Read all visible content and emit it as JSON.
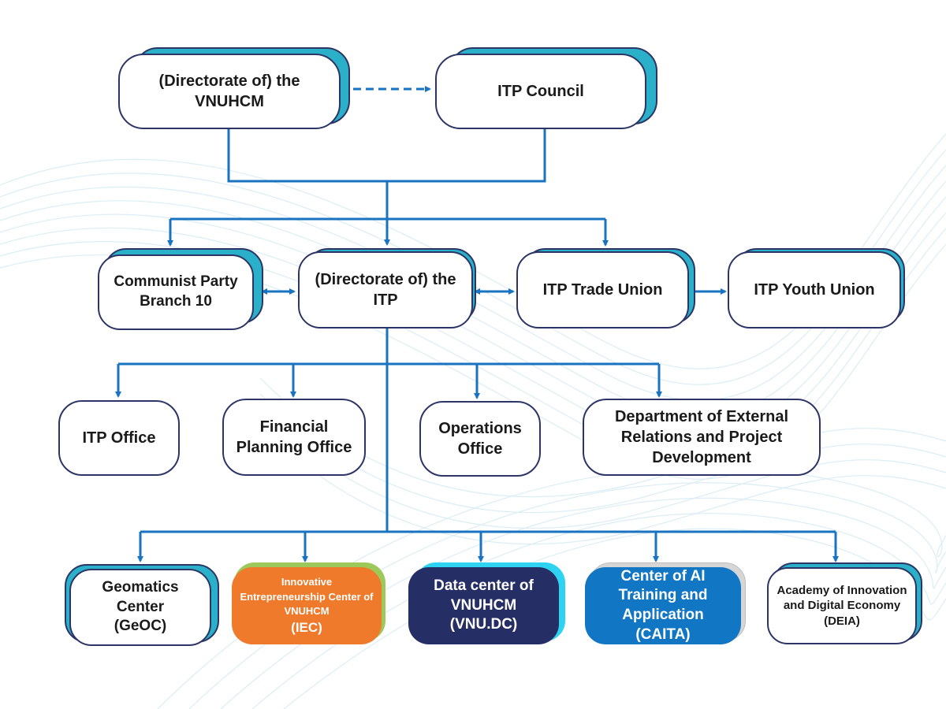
{
  "nodes": {
    "vnuhcm": "(Directorate of) the VNUHCM",
    "council": "ITP Council",
    "party": "Communist Party Branch 10",
    "itp": "(Directorate of) the ITP",
    "trade_union": "ITP Trade Union",
    "youth_union": "ITP Youth Union",
    "itp_office": "ITP Office",
    "financial": "Financial Planning Office",
    "operations": "Operations Office",
    "external": "Department of External Relations and Project Development",
    "geoc_name": "Geomatics Center",
    "geoc_abbr": "(GeOC)",
    "iec_name": "Innovative Entrepreneurship Center of VNUHCM",
    "iec_abbr": "(IEC)",
    "dc_name": "Data center of VNUHCM",
    "dc_abbr": "(VNU.DC)",
    "caita_name": "Center of AI Training and Application",
    "caita_abbr": "(CAITA)",
    "deia_name": "Academy of Innovation and Digital Economy",
    "deia_abbr": "(DEIA)"
  },
  "colors": {
    "connector": "#1a73c1",
    "border": "#2c3566",
    "shadow_teal": "#2ab0c8",
    "iec_fill": "#f07a2b",
    "iec_shadow": "#9cc95a",
    "dc_fill": "#262e66",
    "dc_shadow": "#2dd3f0",
    "caita_fill": "#1177c4",
    "caita_shadow": "#d6d6d6"
  }
}
